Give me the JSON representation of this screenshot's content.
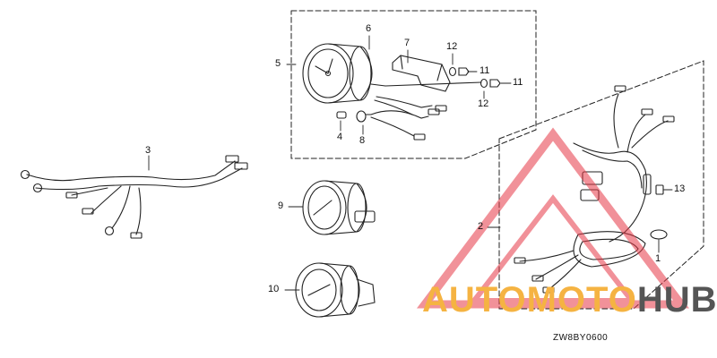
{
  "callouts": {
    "c1": "1",
    "c2": "2",
    "c3": "3",
    "c4": "4",
    "c5": "5",
    "c6": "6",
    "c7": "7",
    "c8": "8",
    "c9": "9",
    "c10": "10",
    "c11a": "11",
    "c11b": "11",
    "c12a": "12",
    "c12b": "12",
    "c13": "13"
  },
  "diagram_code": "ZW8BY0600",
  "watermark": {
    "part1": "AUTOMOTO",
    "part2": "HUB",
    "accent_color": "#f5b342",
    "secondary_color": "#555555",
    "triangle_color": "#e63946"
  },
  "line_color": "#222222"
}
